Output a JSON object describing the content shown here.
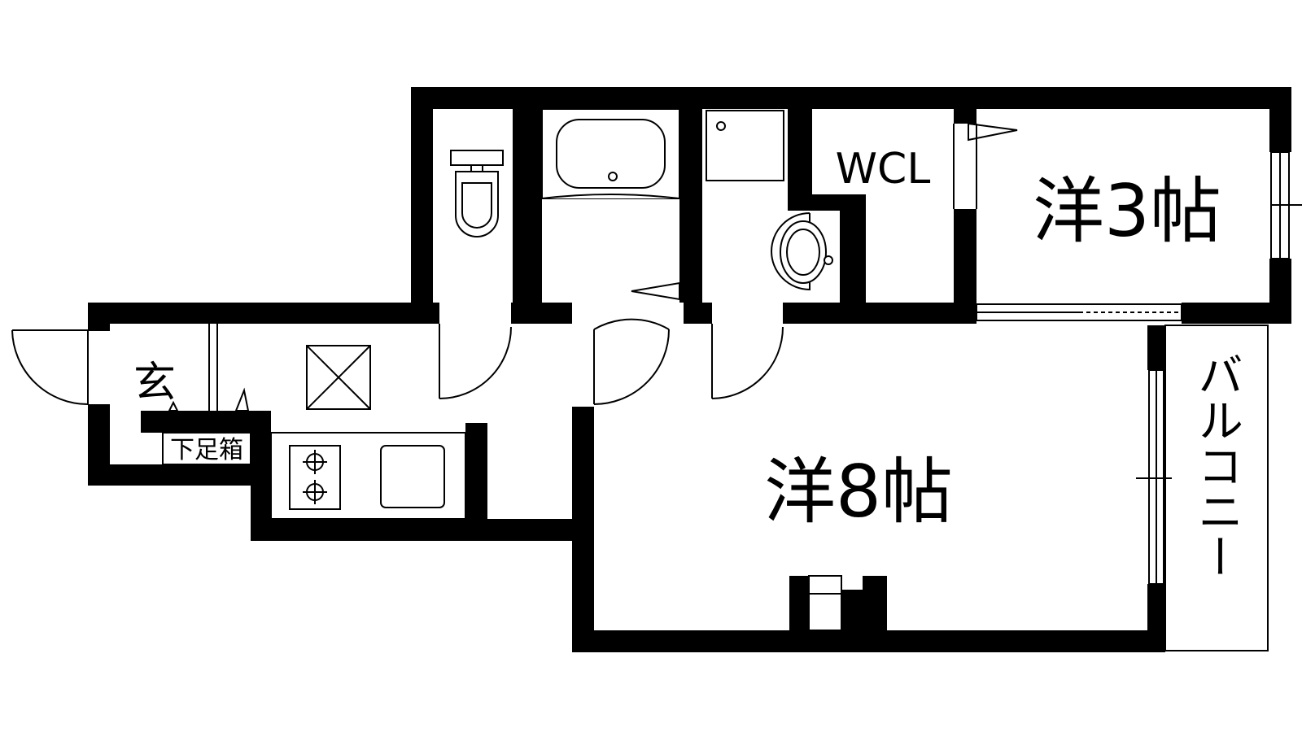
{
  "rooms": {
    "western_8": "洋8帖",
    "western_3": "洋3帖",
    "walk_in_closet": "WCL",
    "entrance": "玄",
    "shoe_box": "下足箱",
    "balcony": "バルコニー"
  },
  "colors": {
    "wall": "#000000",
    "fixture_line": "#000000",
    "background": "#ffffff"
  },
  "icons": [
    "toilet-icon",
    "bathtub-icon",
    "washing-machine-pan-icon",
    "wash-basin-icon",
    "refrigerator-space-icon",
    "gas-stove-icon",
    "kitchen-sink-icon"
  ]
}
